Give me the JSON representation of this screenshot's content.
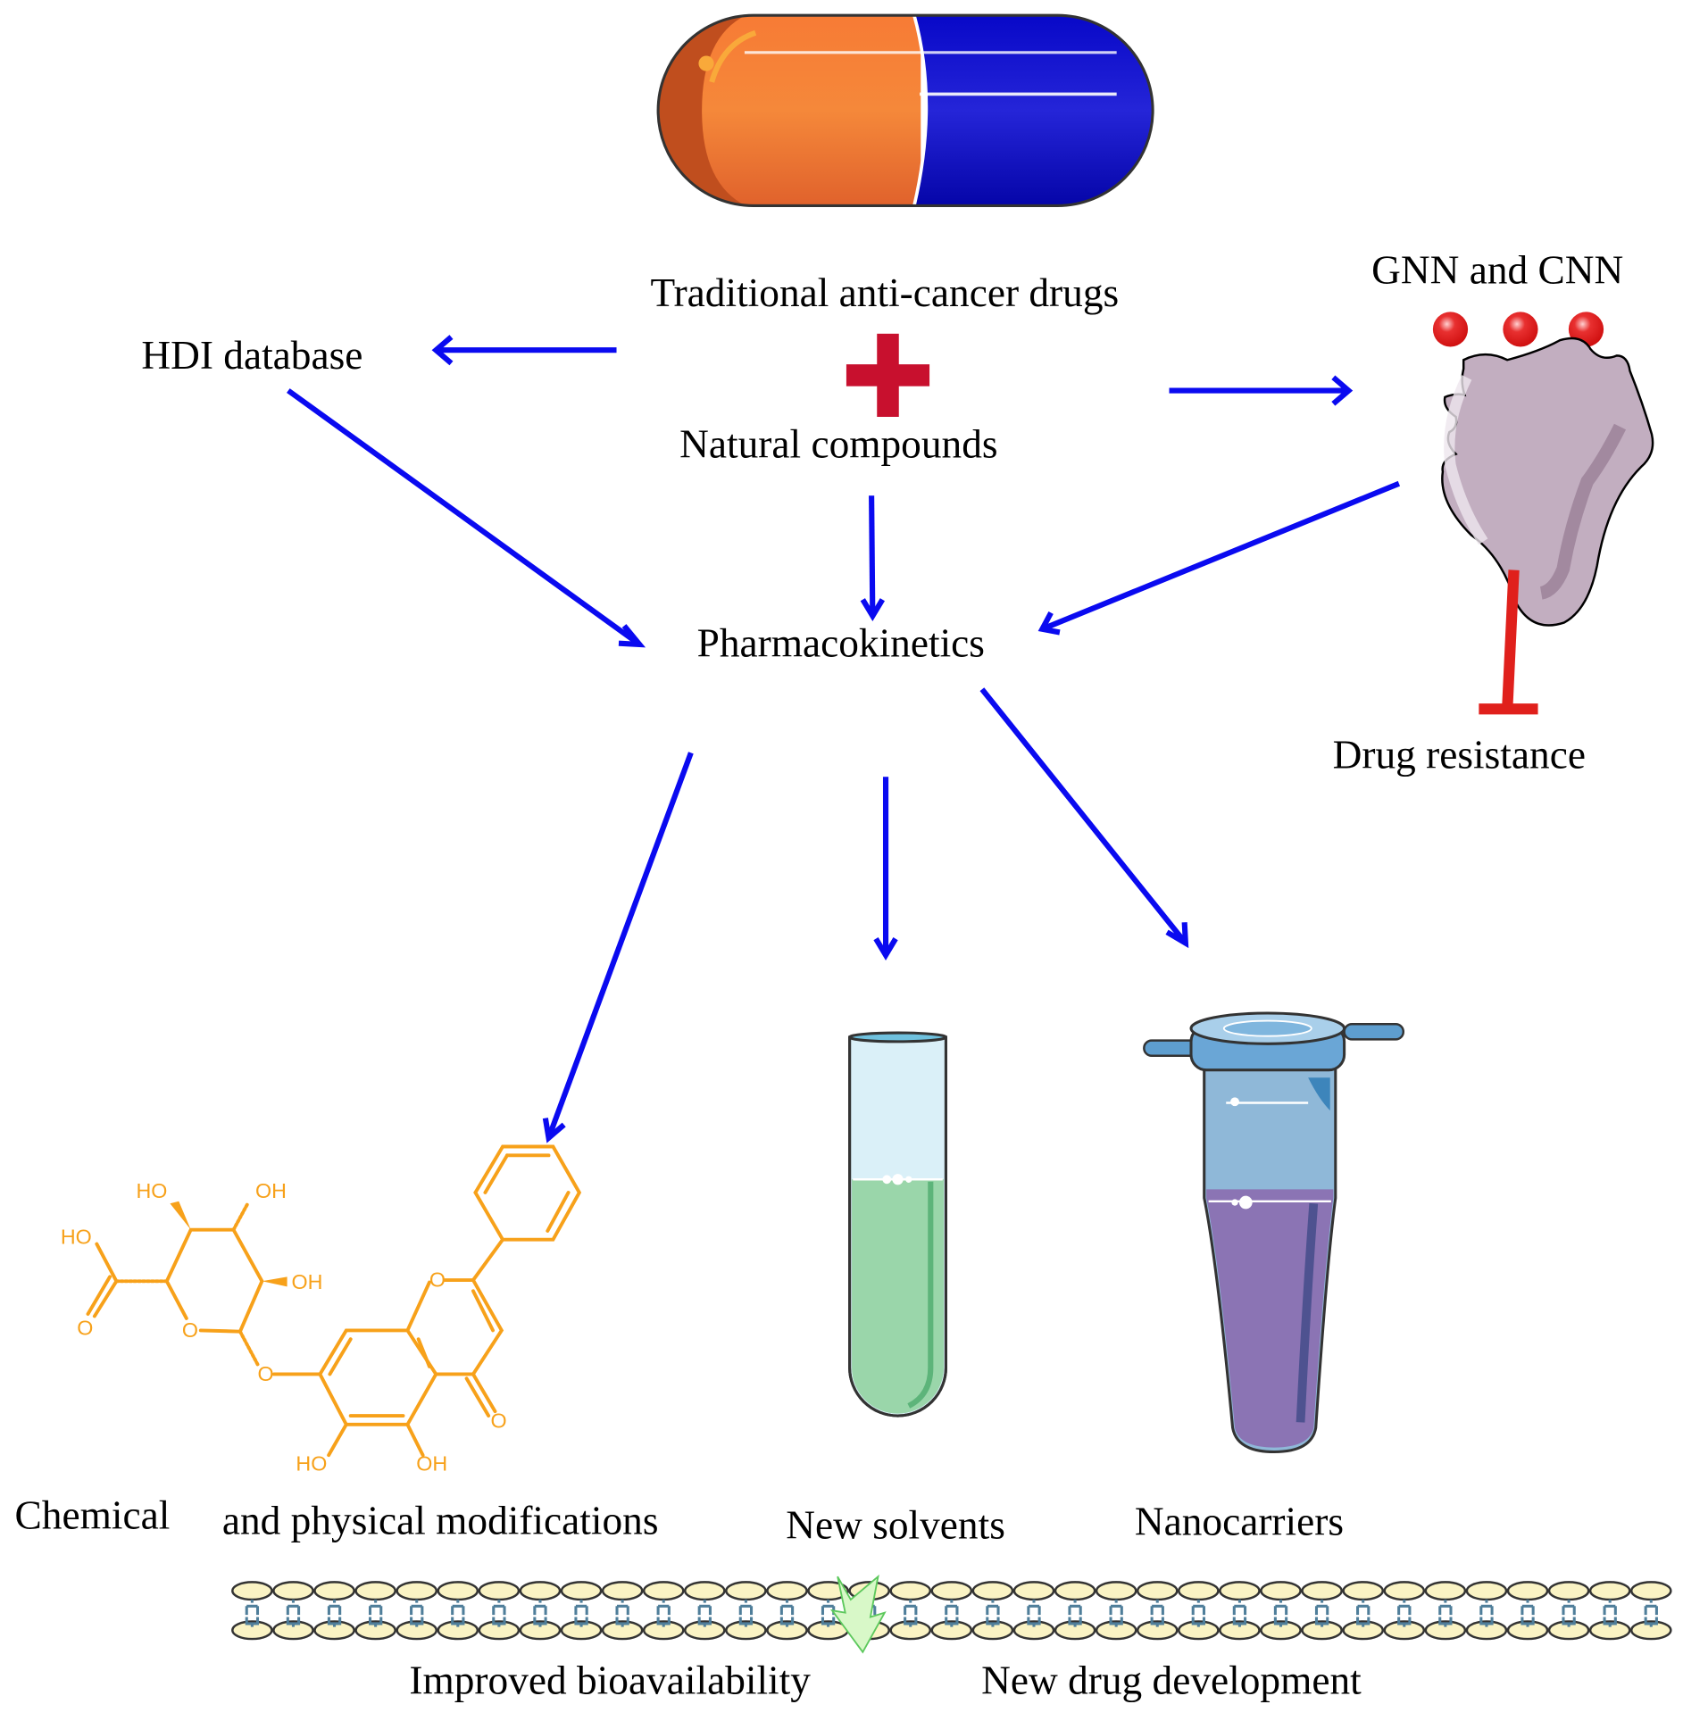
{
  "labels": {
    "traditional_drugs": "Traditional anti-cancer drugs",
    "natural_compounds": "Natural compounds",
    "hdi_database": "HDI database",
    "gnn_cnn": "GNN and CNN",
    "pharmacokinetics": "Pharmacokinetics",
    "drug_resistance": "Drug resistance",
    "chemical": "Chemical",
    "physical_modifications": "and physical modifications",
    "new_solvents": "New solvents",
    "nanocarriers": "Nanocarriers",
    "improved_bioavailability": "Improved bioavailability",
    "new_drug_development": "New drug development"
  },
  "molecule_atoms": {
    "ho1": "HO",
    "oh1": "OH",
    "ho2": "HO",
    "oh2": "OH",
    "o_ring": "O",
    "o_carbonyl_acid": "O",
    "o_link": "O",
    "o_pyran": "O",
    "o_keto": "O",
    "ho3": "HO",
    "oh3": "OH"
  },
  "icons": {
    "capsule": "capsule-icon",
    "plus": "plus-icon",
    "protein": "protein-icon",
    "inhibition": "inhibition-bar-icon",
    "test_tube": "test-tube-icon",
    "eppendorf": "microcentrifuge-tube-icon",
    "membrane": "lipid-bilayer-icon",
    "down_arrow": "down-arrow-icon"
  },
  "colors": {
    "arrow": "#0A0AF0",
    "inhibit": "#E0201C",
    "plus": "#C8102E",
    "molecule": "#F7A11A"
  }
}
